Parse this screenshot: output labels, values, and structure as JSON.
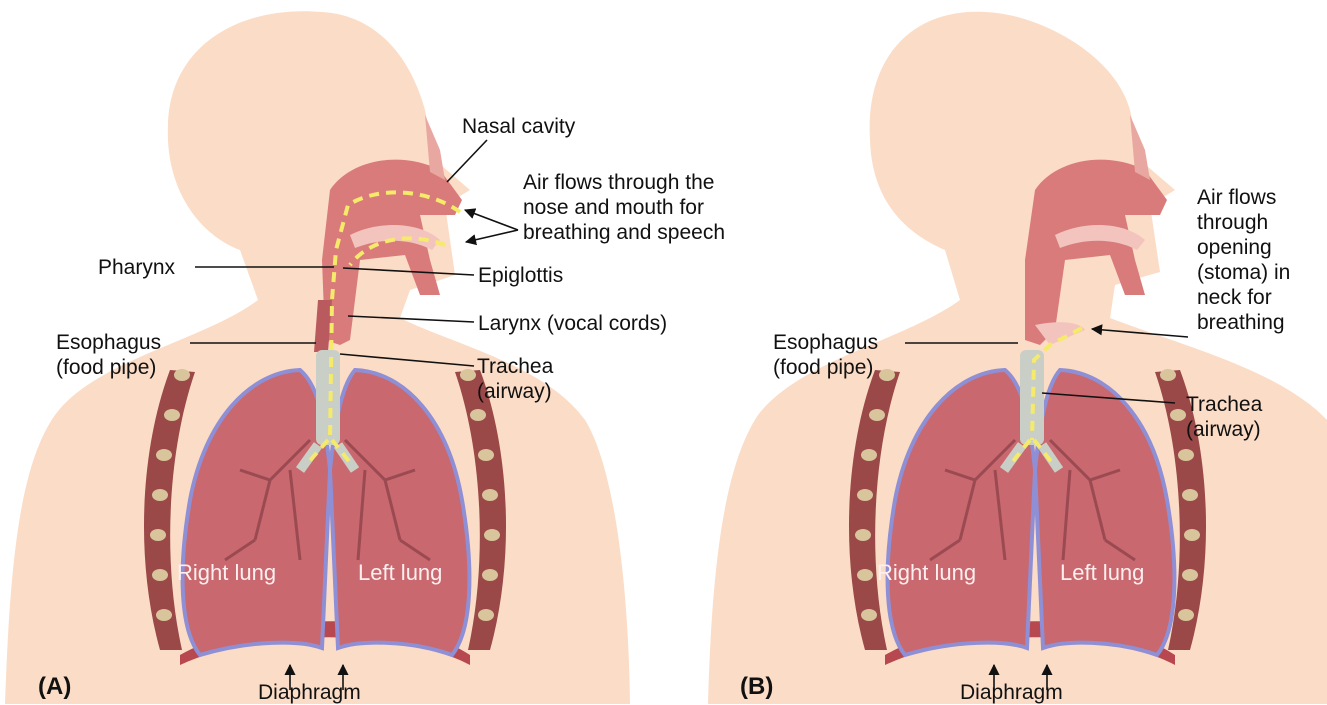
{
  "panels": {
    "a": {
      "letter": "(A)",
      "nasal_cavity": "Nasal cavity",
      "airflow": "Air flows through the\nnose and mouth for\nbreathing and speech",
      "pharynx": "Pharynx",
      "epiglottis": "Epiglottis",
      "larynx": "Larynx (vocal cords)",
      "esophagus": "Esophagus\n(food pipe)",
      "trachea": "Trachea\n(airway)",
      "right_lung": "Right lung",
      "left_lung": "Left lung",
      "diaphragm": "Diaphragm"
    },
    "b": {
      "letter": "(B)",
      "airflow": "Air flows\nthrough\nopening\n(stoma) in\nneck for\nbreathing",
      "esophagus": "Esophagus\n(food pipe)",
      "trachea": "Trachea\n(airway)",
      "right_lung": "Right lung",
      "left_lung": "Left lung",
      "diaphragm": "Diaphragm"
    }
  },
  "colors": {
    "skin": "#fbdcc6",
    "tissue": "#d97b7b",
    "lung": "#c9686e",
    "lung_outline": "#8f8fd6",
    "rib": "#9a4848",
    "cartilage": "#d9c59c",
    "trachea": "#c9cfc6",
    "airflow": "#f5ea6a",
    "diaphragm": "#b8484f"
  }
}
